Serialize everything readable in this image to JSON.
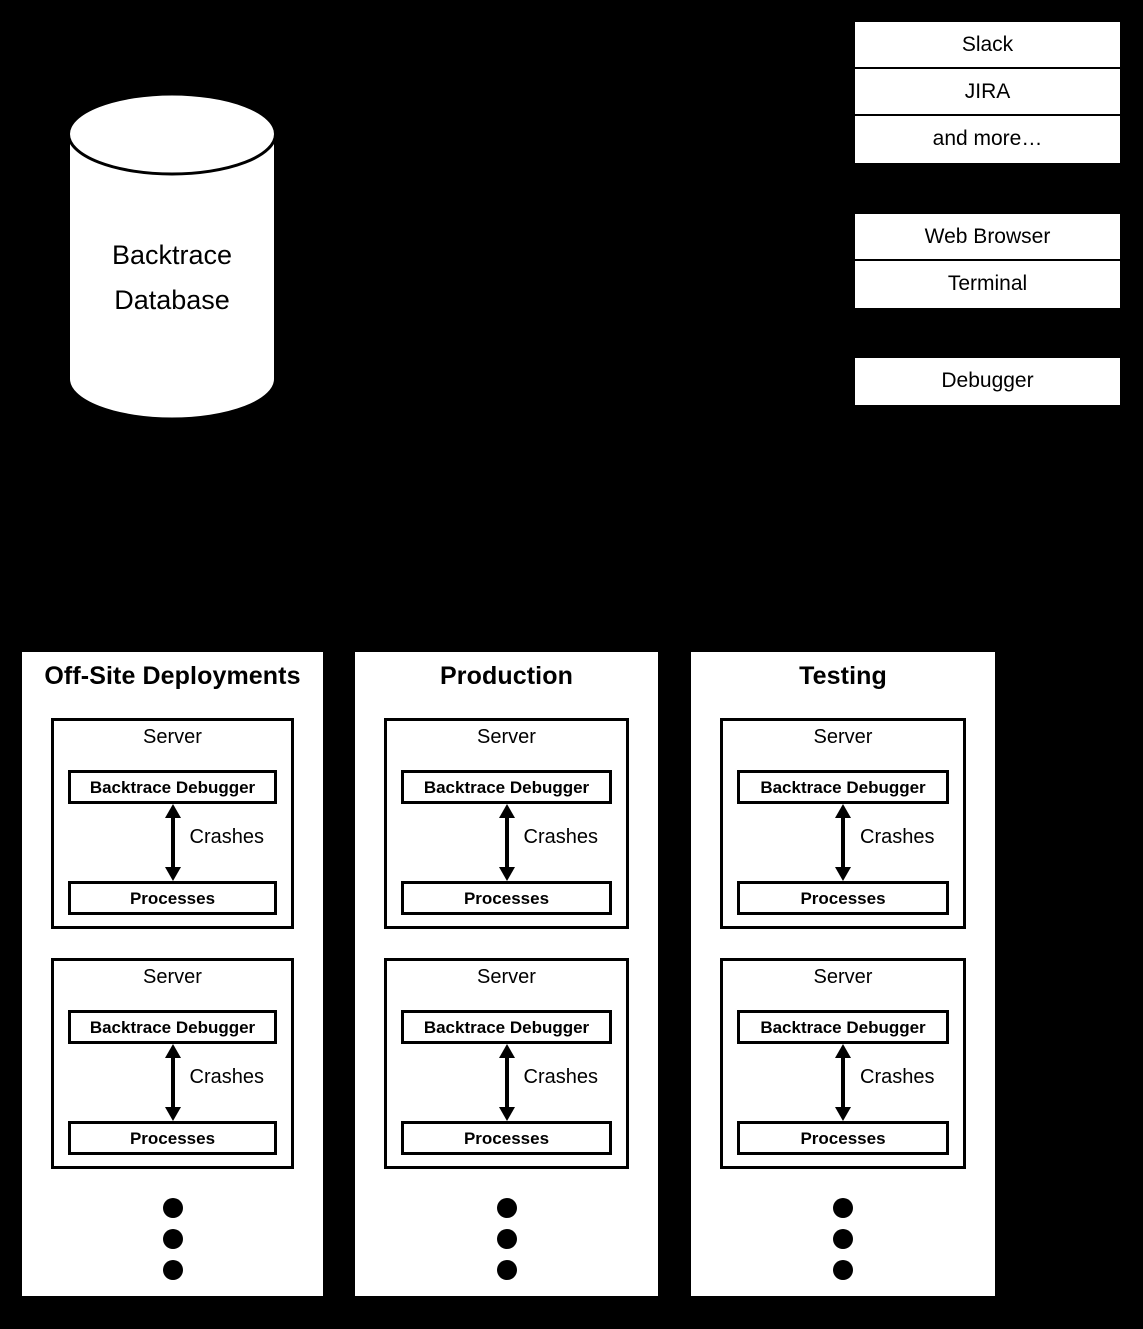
{
  "theme": {
    "background": "#000000",
    "surface": "#ffffff",
    "stroke": "#000000",
    "text": "#000000"
  },
  "database": {
    "name": "backtrace-database-cylinder",
    "line1": "Backtrace",
    "line2": "Database"
  },
  "right_stacks": [
    {
      "id": "integrations",
      "items": [
        "Slack",
        "JIRA",
        "and more…"
      ]
    },
    {
      "id": "clients",
      "items": [
        "Web Browser",
        "Terminal"
      ]
    },
    {
      "id": "debugger",
      "items": [
        "Debugger"
      ]
    }
  ],
  "environments": [
    {
      "title": "Off-Site Deployments",
      "servers": [
        {
          "title": "Server",
          "debugger_label": "Backtrace Debugger",
          "arrow_label": "Crashes",
          "processes_label": "Processes"
        },
        {
          "title": "Server",
          "debugger_label": "Backtrace Debugger",
          "arrow_label": "Crashes",
          "processes_label": "Processes"
        }
      ],
      "ellipsis_dots": 3
    },
    {
      "title": "Production",
      "servers": [
        {
          "title": "Server",
          "debugger_label": "Backtrace Debugger",
          "arrow_label": "Crashes",
          "processes_label": "Processes"
        },
        {
          "title": "Server",
          "debugger_label": "Backtrace Debugger",
          "arrow_label": "Crashes",
          "processes_label": "Processes"
        }
      ],
      "ellipsis_dots": 3
    },
    {
      "title": "Testing",
      "servers": [
        {
          "title": "Server",
          "debugger_label": "Backtrace Debugger",
          "arrow_label": "Crashes",
          "processes_label": "Processes"
        },
        {
          "title": "Server",
          "debugger_label": "Backtrace Debugger",
          "arrow_label": "Crashes",
          "processes_label": "Processes"
        }
      ],
      "ellipsis_dots": 3
    }
  ]
}
